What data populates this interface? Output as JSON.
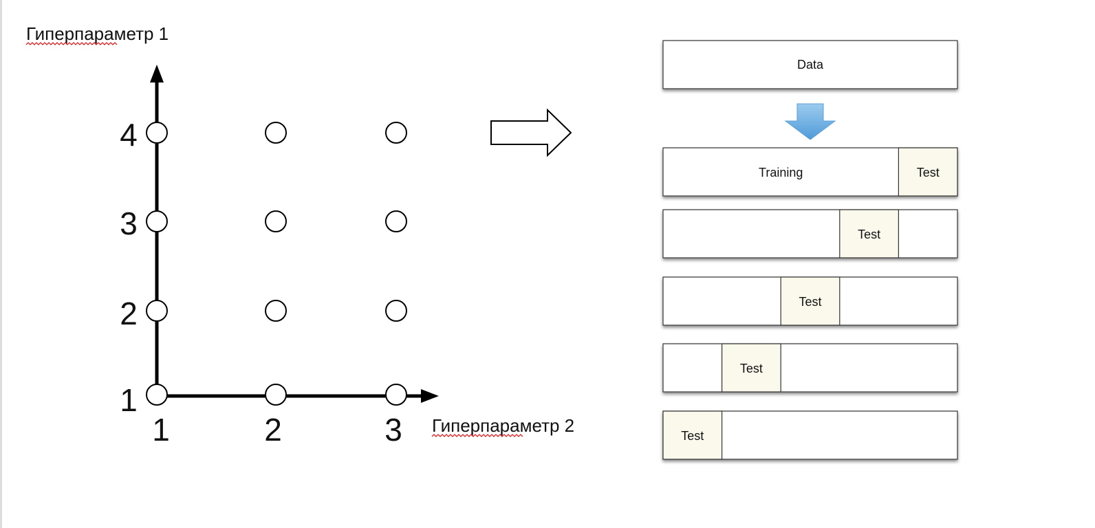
{
  "grid_diagram": {
    "y_axis_title": "Гиперпараметр 1",
    "x_axis_title": "Гиперпараметр 2",
    "y_ticks": [
      "1",
      "2",
      "3",
      "4"
    ],
    "x_ticks": [
      "1",
      "2",
      "3"
    ]
  },
  "cv_diagram": {
    "data_label": "Data",
    "training_label": "Training",
    "test_label": "Test",
    "folds": 5,
    "fold_fill_color": "#fbf8ec",
    "arrow_color": "#6aaee0"
  }
}
